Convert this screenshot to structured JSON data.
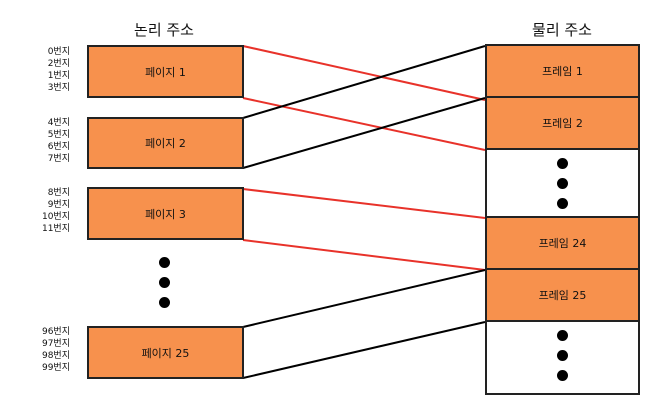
{
  "logical_title": "논리 주소",
  "physical_title": "물리 주소",
  "pages": [
    {
      "label": "페이지 1",
      "addresses": [
        "0번지",
        "2번지",
        "1번지",
        "3번지"
      ]
    },
    {
      "label": "페이지 2",
      "addresses": [
        "4번지",
        "5번지",
        "6번지",
        "7번지"
      ]
    },
    {
      "label": "페이지 3",
      "addresses": [
        "8번지",
        "9번지",
        "10번지",
        "11번지"
      ]
    },
    {
      "label": "페이지 25",
      "addresses": [
        "96번지",
        "97번지",
        "98번지",
        "99번지"
      ]
    }
  ],
  "frames": [
    "프레임 1",
    "프레임 2",
    "프레임 24",
    "프레임 25"
  ],
  "colors": {
    "box_fill": "#f7914d",
    "red_line": "#e8322a",
    "black_line": "#000000"
  }
}
